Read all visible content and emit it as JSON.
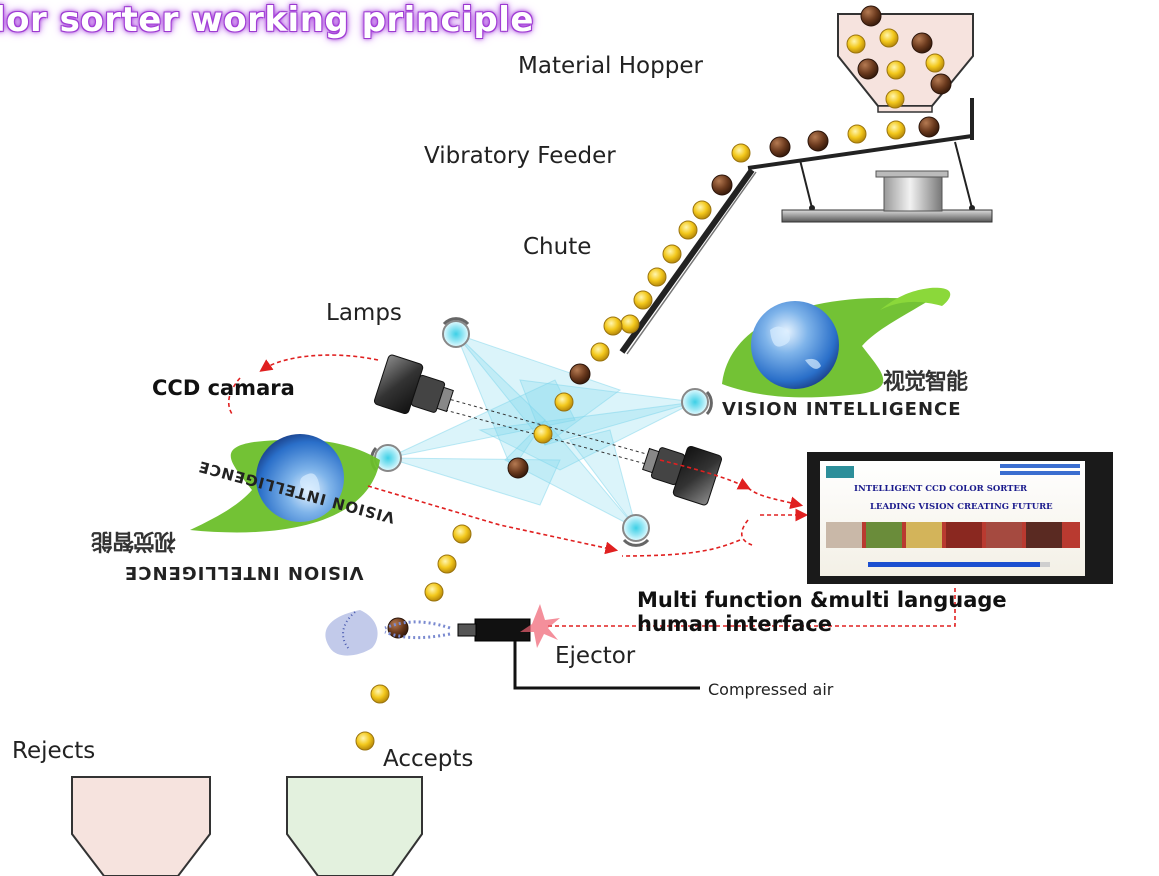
{
  "title": "lor sorter working principle",
  "labels": {
    "hopper": "Material Hopper",
    "feeder": "Vibratory Feeder",
    "chute": "Chute",
    "lamps": "Lamps",
    "camera": "CCD camara",
    "interface_line1": "Multi function &multi language",
    "interface_line2": "human interface",
    "ejector": "Ejector",
    "air": "Compressed air",
    "rejects": "Rejects",
    "accepts": "Accepts"
  },
  "brand": {
    "en": "VISION INTELLIGENCE",
    "cn": "视觉智能"
  },
  "screen": {
    "line1": "INTELLIGENT CCD COLOR SORTER",
    "line2": "LEADING VISION    CREATING FUTURE"
  },
  "colors": {
    "title_glow": "#a23ad6",
    "good_grain": "#f3c81c",
    "bad_grain": "#6b3a1e",
    "light_beam": "#7fd6ec",
    "signal_line": "#e02020",
    "leaf": "#6cbf2a",
    "globe": "#2a6fc9",
    "reject_bin": "#f6e3de",
    "accept_bin": "#e3f1de"
  }
}
